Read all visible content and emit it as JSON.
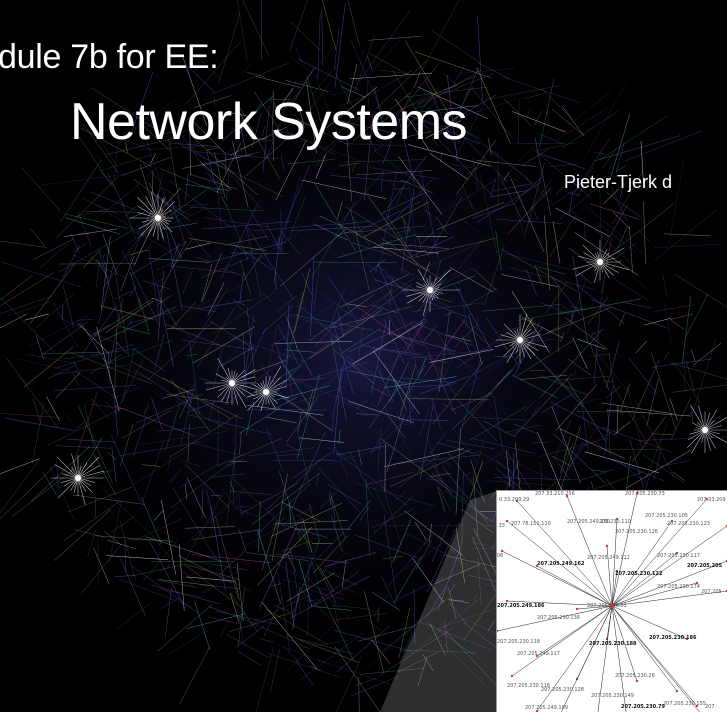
{
  "slide": {
    "module_title": "dule 7b for EE:",
    "main_title": "Network Systems",
    "author": "Pieter-Tjerk d"
  },
  "colors": {
    "background": "#000000",
    "text": "#ffffff",
    "network_blue": "#5a5bd8",
    "network_green": "#3fa86a",
    "network_yellow": "#c9c46a",
    "network_magenta": "#b64fb0",
    "network_cyan": "#4cc0c8"
  },
  "zoom_inset": {
    "labels": [
      {
        "text": "0.33.209.29",
        "bold": false
      },
      {
        "text": "207.33.210.256",
        "bold": false
      },
      {
        "text": "207.205.230.73",
        "bold": false
      },
      {
        "text": "207.33.209",
        "bold": false
      },
      {
        "text": ".33",
        "bold": false
      },
      {
        "text": "207.78.151.110",
        "bold": false
      },
      {
        "text": "207.205.249.250",
        "bold": false
      },
      {
        "text": "205.230.110",
        "bold": false
      },
      {
        "text": "207.205.230.105",
        "bold": false
      },
      {
        "text": "207.205.230.123",
        "bold": false
      },
      {
        "text": "207.205.230.126",
        "bold": false
      },
      {
        "text": "06",
        "bold": false
      },
      {
        "text": "207.205.249.112",
        "bold": false
      },
      {
        "text": "207.205.230.117",
        "bold": false
      },
      {
        "text": "207.205.249.162",
        "bold": true
      },
      {
        "text": "207.205.230.122",
        "bold": true
      },
      {
        "text": "207.205.205",
        "bold": true
      },
      {
        "text": "207.205.230.174",
        "bold": false
      },
      {
        "text": "207.205",
        "bold": false
      },
      {
        "text": "207.205.249.186",
        "bold": true
      },
      {
        "text": "207.205.230.136",
        "bold": false
      },
      {
        "text": "207.205.230.81",
        "bold": false
      },
      {
        "text": "207.205.230.118",
        "bold": false
      },
      {
        "text": "207.205.230.188",
        "bold": true
      },
      {
        "text": "207.205.230.186",
        "bold": true
      },
      {
        "text": "207.205.249.117",
        "bold": false
      },
      {
        "text": "207.205.230.116",
        "bold": false
      },
      {
        "text": "207.205.230.128",
        "bold": false
      },
      {
        "text": "207.205.230.26",
        "bold": false
      },
      {
        "text": "207.205.230.149",
        "bold": false
      },
      {
        "text": "207.205.230.155",
        "bold": false
      },
      {
        "text": "207.205.249.109",
        "bold": false
      },
      {
        "text": "207.205.230.79",
        "bold": true
      },
      {
        "text": "207",
        "bold": false
      }
    ]
  }
}
